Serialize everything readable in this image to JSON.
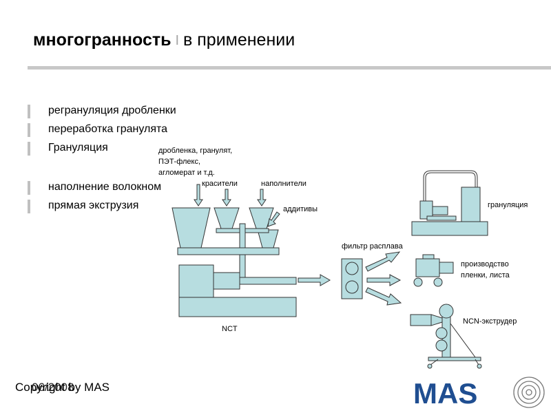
{
  "title": {
    "bold": "многогранность",
    "separator": "I",
    "rest": "в применении"
  },
  "bullets": [
    "регрануляция дробленки",
    "переработка гранулята",
    "Грануляция",
    "наполнение волокном",
    "прямая экструзия"
  ],
  "diagram": {
    "feed_label_lines": [
      "дробленка, гранулят,",
      "ПЭТ-флекс,",
      "агломерат и т.д."
    ],
    "colorants": "красители",
    "fillers": "наполнители",
    "additives": "аддитивы",
    "melt_filter": "фильтр расплава",
    "granulation": "грануляция",
    "film_lines": [
      "производство",
      "пленки, листа"
    ],
    "ncn": "NCN-экструдер",
    "nct": "NCT"
  },
  "colors": {
    "fill": "#b7dde0",
    "stroke": "#333333",
    "brand_blue": "#1f4e91"
  },
  "footer": {
    "copyright": "Copyright by  MAS",
    "date": "06/2008"
  },
  "logo": {
    "text": "MAS"
  }
}
